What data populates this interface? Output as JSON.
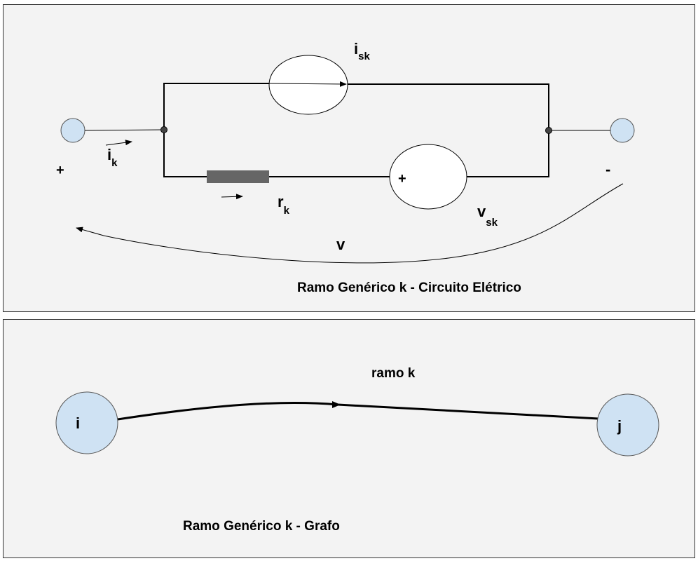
{
  "circuit": {
    "current_source": {
      "main": "i",
      "sub": "sk"
    },
    "branch_current": {
      "main": "i",
      "sub": "k"
    },
    "resistor": {
      "main": "r",
      "sub": "k"
    },
    "voltage_source": {
      "main": "v",
      "sub": "sk",
      "plus": "+"
    },
    "terminal_plus": "+",
    "terminal_minus": "-",
    "voltage_label": "v",
    "caption": "Ramo Genérico k - Circuito Elétrico"
  },
  "graph": {
    "node_i": "i",
    "node_j": "j",
    "edge_label": "ramo k",
    "caption": "Ramo Genérico k - Grafo"
  },
  "colors": {
    "panel_bg": "#f3f3f3",
    "node_fill": "#cfe2f3",
    "resistor": "#666666"
  }
}
